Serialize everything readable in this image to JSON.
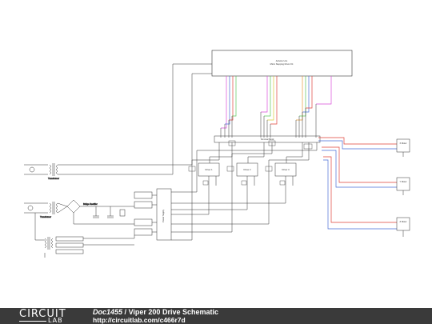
{
  "footer": {
    "brand_top": "CIRCUIT",
    "brand_bottom": "LAB",
    "doc_id": "Doc1455",
    "separator": "/",
    "doc_title": "Viper 200 Drive Schematic",
    "url": "http://circuitlab.com/c466r7d"
  },
  "labels": {
    "controller_title": "Arduino Uno",
    "controller_subtitle": "Micro Stepping Driver Kit",
    "motor_top": "X Motor",
    "motor_mid": "Y Motor",
    "motor_bottom": "Z Motor",
    "driver_1": "Driver 1",
    "driver_2": "Driver 2",
    "driver_3": "Driver 3",
    "power_supply": "Power Supply",
    "transformer_1": "Transformer",
    "transformer_2": "Transformer",
    "bridge": "Bridge Rectifier",
    "terminal_block": "Terminal Block"
  },
  "colors": {
    "wire": "#333333",
    "red": "#e0433a",
    "blue": "#4a6fd6",
    "magenta": "#d94fd9",
    "green": "#5cc65c",
    "yellow": "#d9cc3a",
    "orange": "#e59a3a",
    "footer_bg": "#3a3a3a"
  }
}
